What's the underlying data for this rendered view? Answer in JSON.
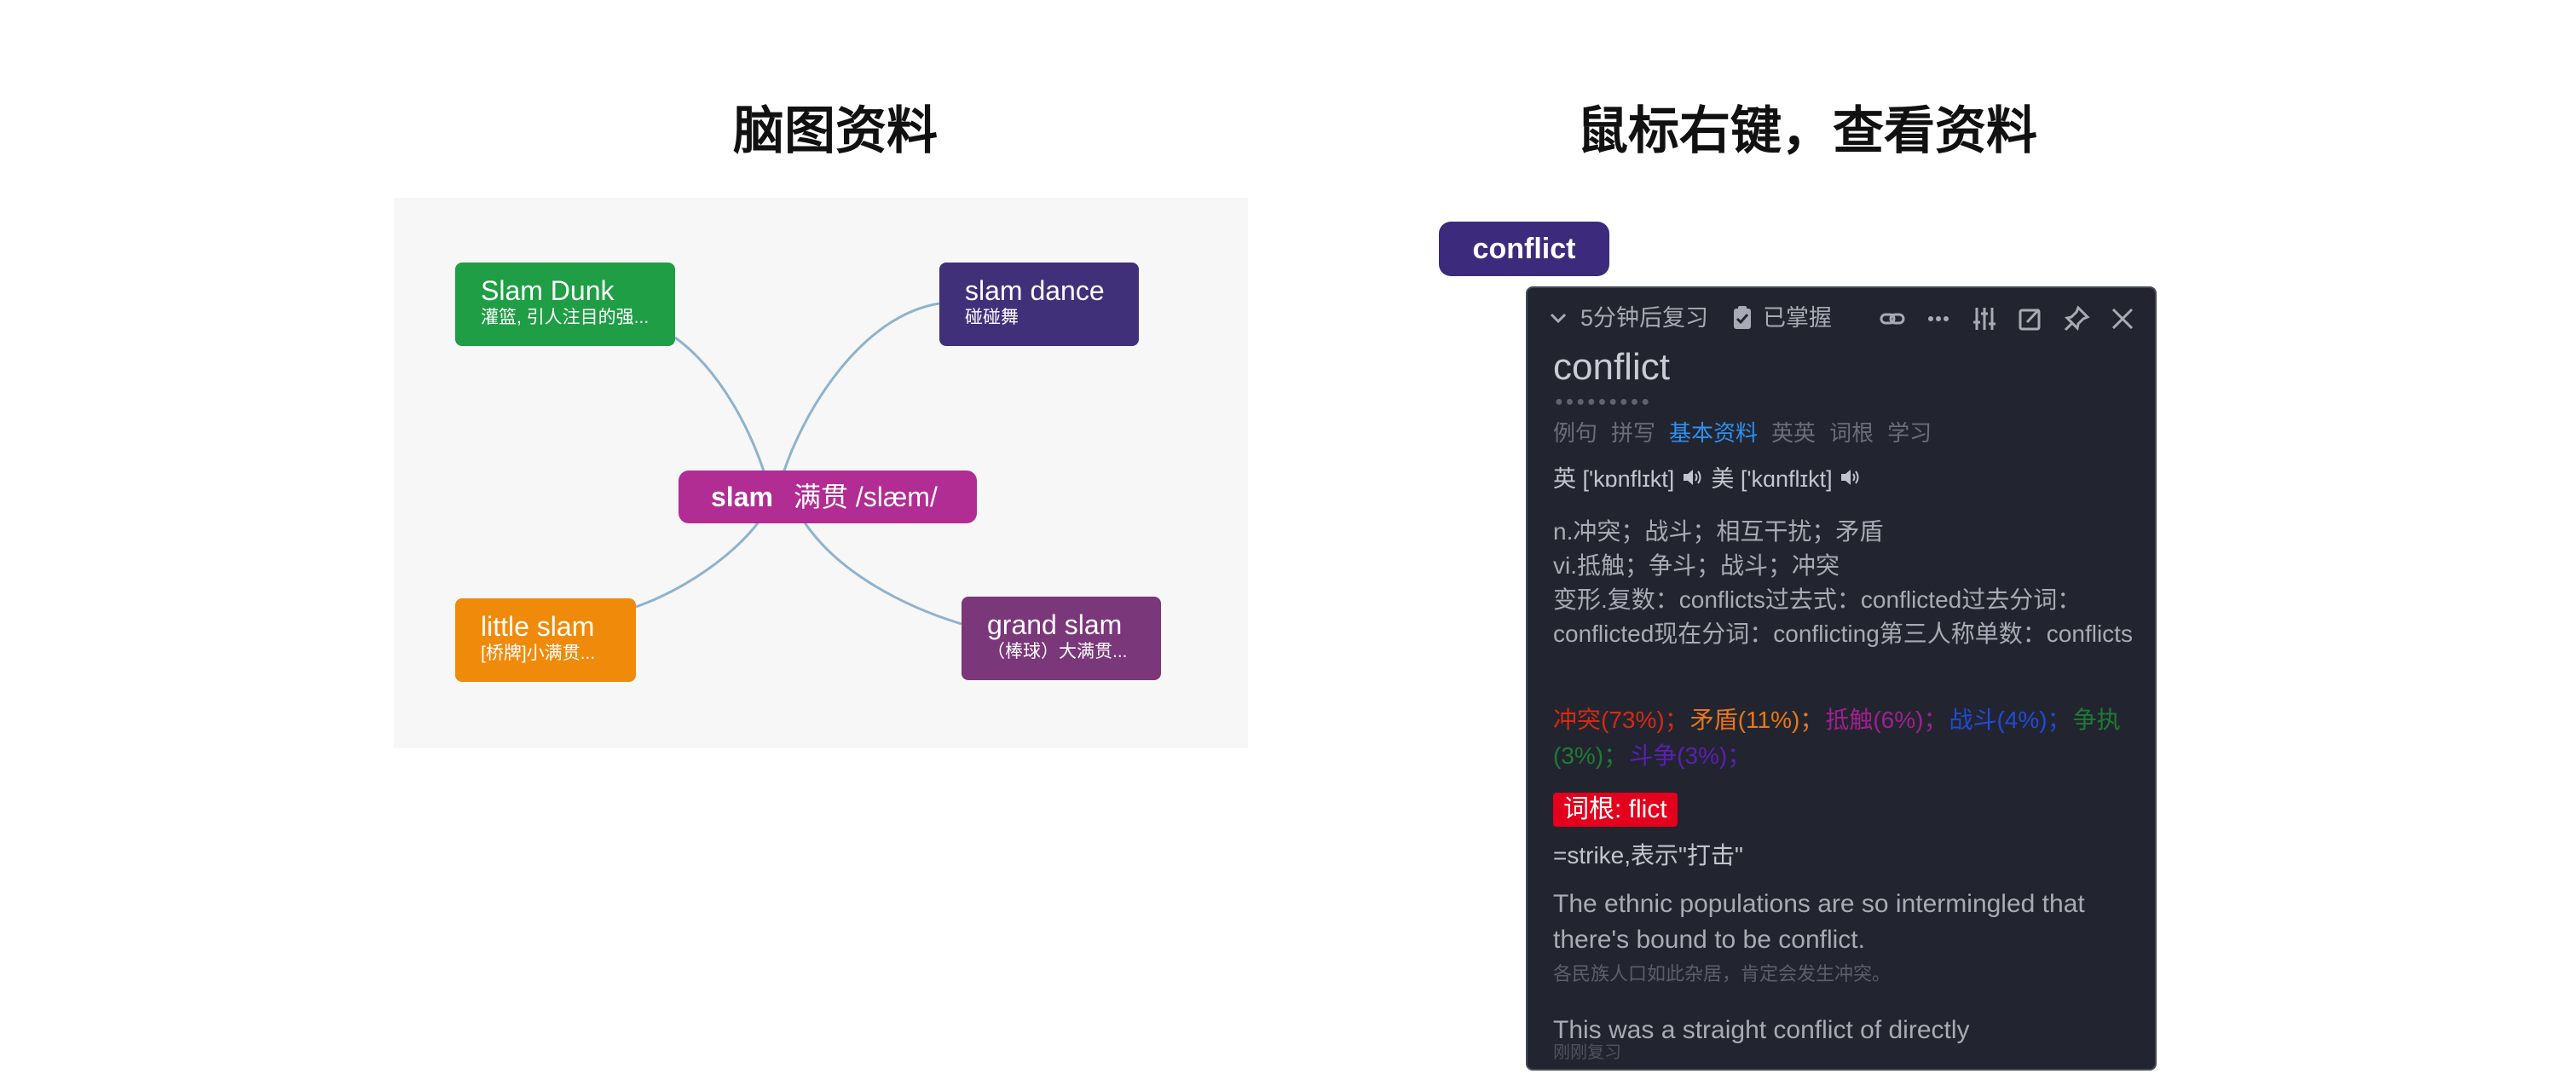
{
  "titles": {
    "left": "脑图资料",
    "right": "鼠标右键，查看资料"
  },
  "mindmap": {
    "center": {
      "word": "slam",
      "meaning": "满贯 /slæm/"
    },
    "nodes": [
      {
        "title": "Slam Dunk",
        "subtitle": "灌篮, 引人注目的强..."
      },
      {
        "title": "slam dance",
        "subtitle": "碰碰舞"
      },
      {
        "title": "little slam",
        "subtitle": "[桥牌]小满贯..."
      },
      {
        "title": "grand slam",
        "subtitle": "（棒球）大满贯..."
      }
    ],
    "colors": {
      "link": "#8fb3cc",
      "slam_dunk": "#1f9e45",
      "slam_dance": "#40307a",
      "little_slam": "#f08a0b",
      "grand_slam": "#7a3779",
      "center": "#b12c93"
    }
  },
  "chip": {
    "word": "conflict"
  },
  "popup": {
    "toolbar": {
      "chevron_icon": "chevron-down-icon",
      "review": "5分钟后复习",
      "check_icon": "clipboard-check-icon",
      "mastered": "已掌握",
      "icons": [
        "link-icon",
        "more-icon",
        "sliders-icon",
        "edit-icon",
        "pin-icon",
        "close-icon"
      ]
    },
    "headword": "conflict",
    "dots": "●●●●●●●●●",
    "tabs": [
      {
        "label": "例句",
        "active": false
      },
      {
        "label": "拼写",
        "active": false
      },
      {
        "label": "基本资料",
        "active": true
      },
      {
        "label": "英英",
        "active": false
      },
      {
        "label": "词根",
        "active": false
      },
      {
        "label": "学习",
        "active": false
      }
    ],
    "phonetics": {
      "uk": "英 ['kɒnflɪkt]",
      "us": "美 ['kɑnflɪkt]"
    },
    "definitions": [
      "n.冲突；战斗；相互干扰；矛盾",
      "vi.抵触；争斗；战斗；冲突",
      "变形.复数：conflicts过去式：conflicted过去分词：conflicted现在分词：conflicting第三人称单数：conflicts"
    ],
    "frequency": [
      {
        "text": "冲突(73%)；",
        "color": "#d42a12"
      },
      {
        "text": "矛盾(11%)；",
        "color": "#e8761a"
      },
      {
        "text": "抵触(6%)；",
        "color": "#a0208e"
      },
      {
        "text": "战斗(4%)；",
        "color": "#1e4bd6"
      },
      {
        "text": "争执(3%)；",
        "color": "#1f7a34"
      },
      {
        "text": "斗争(3%)；",
        "color": "#5a1fb4"
      }
    ],
    "root": {
      "label": "词根: flict",
      "meaning": "=strike,表示\"打击\""
    },
    "example": {
      "en": "The ethnic populations are so intermingled that there's bound to be conflict.",
      "zh": "各民族人口如此杂居，肯定会发生冲突。"
    },
    "example2": "This was a straight conflict of directly",
    "footer": "刚刚复习",
    "colors": {
      "background": "#22252f",
      "active_tab": "#2f8ff0",
      "root_badge": "#e4001c"
    }
  }
}
